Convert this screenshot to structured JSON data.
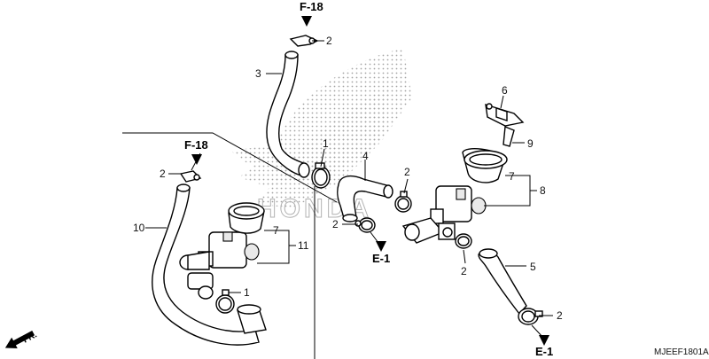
{
  "diagram_code": "MJEEF1801A",
  "direction_label": "FR.",
  "reference_labels": [
    "F-18",
    "F-18",
    "E-1",
    "E-1"
  ],
  "callouts": {
    "c1a": "1",
    "c1b": "1",
    "c2a": "2",
    "c2b": "2",
    "c2c": "2",
    "c2d": "2",
    "c2e": "2",
    "c2f": "2",
    "c3": "3",
    "c4": "4",
    "c5": "5",
    "c6": "6",
    "c7a": "7",
    "c7b": "7",
    "c8": "8",
    "c9": "9",
    "c10": "10",
    "c11": "11"
  }
}
